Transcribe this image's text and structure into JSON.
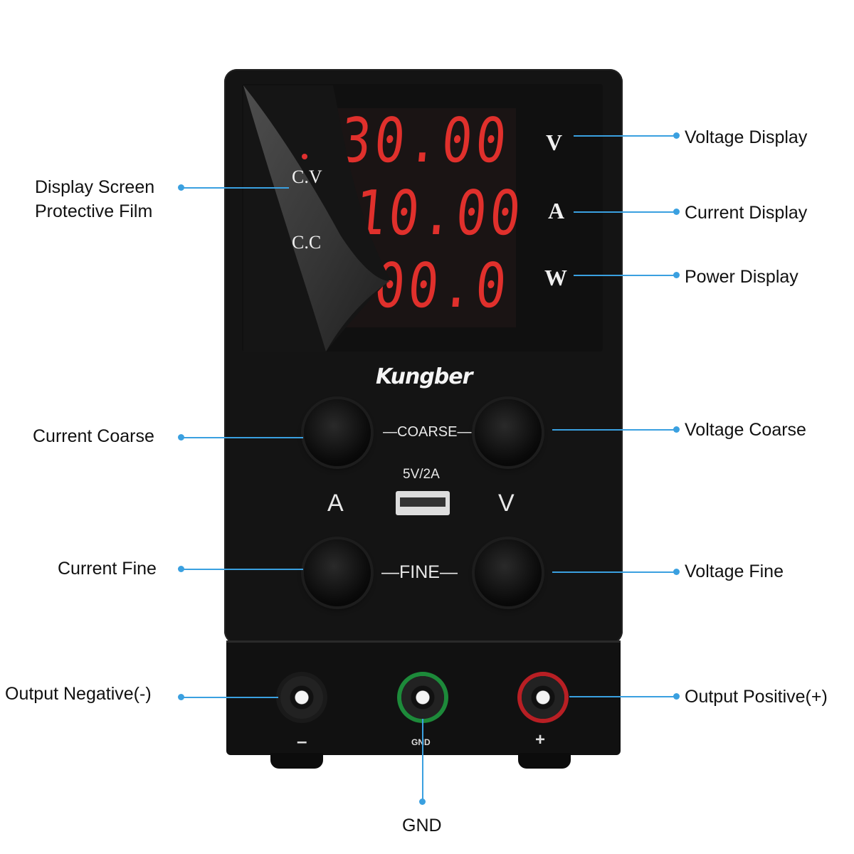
{
  "device": {
    "brand": "Kungber",
    "readings": {
      "voltage": "30.00",
      "current": "10.00",
      "power": "300.0"
    },
    "units": {
      "voltage": "V",
      "current": "A",
      "power": "W"
    },
    "modes": {
      "cv": "C.V",
      "cc": "C.C"
    },
    "panel": {
      "coarse_label": "COARSE",
      "fine_label": "FINE",
      "usb_label": "5V/2A",
      "left_knob_letter": "A",
      "right_knob_letter": "V"
    },
    "terminals": {
      "negative": "–",
      "gnd": "GND",
      "positive": "+"
    }
  },
  "callouts": {
    "voltage_display": "Voltage Display",
    "current_display": "Current Display",
    "power_display": "Power Display",
    "protective_film_line1": "Display Screen",
    "protective_film_line2": "Protective Film",
    "current_coarse": "Current Coarse",
    "voltage_coarse": "Voltage Coarse",
    "current_fine": "Current Fine",
    "voltage_fine": "Voltage Fine",
    "output_negative": "Output Negative(-)",
    "output_positive": "Output Positive(+)",
    "gnd": "GND"
  },
  "colors": {
    "leader_line": "#3aa0e0",
    "segment_red": "#e0302c",
    "gnd_ring": "#1d8a3a",
    "positive_ring": "#b81f24"
  }
}
